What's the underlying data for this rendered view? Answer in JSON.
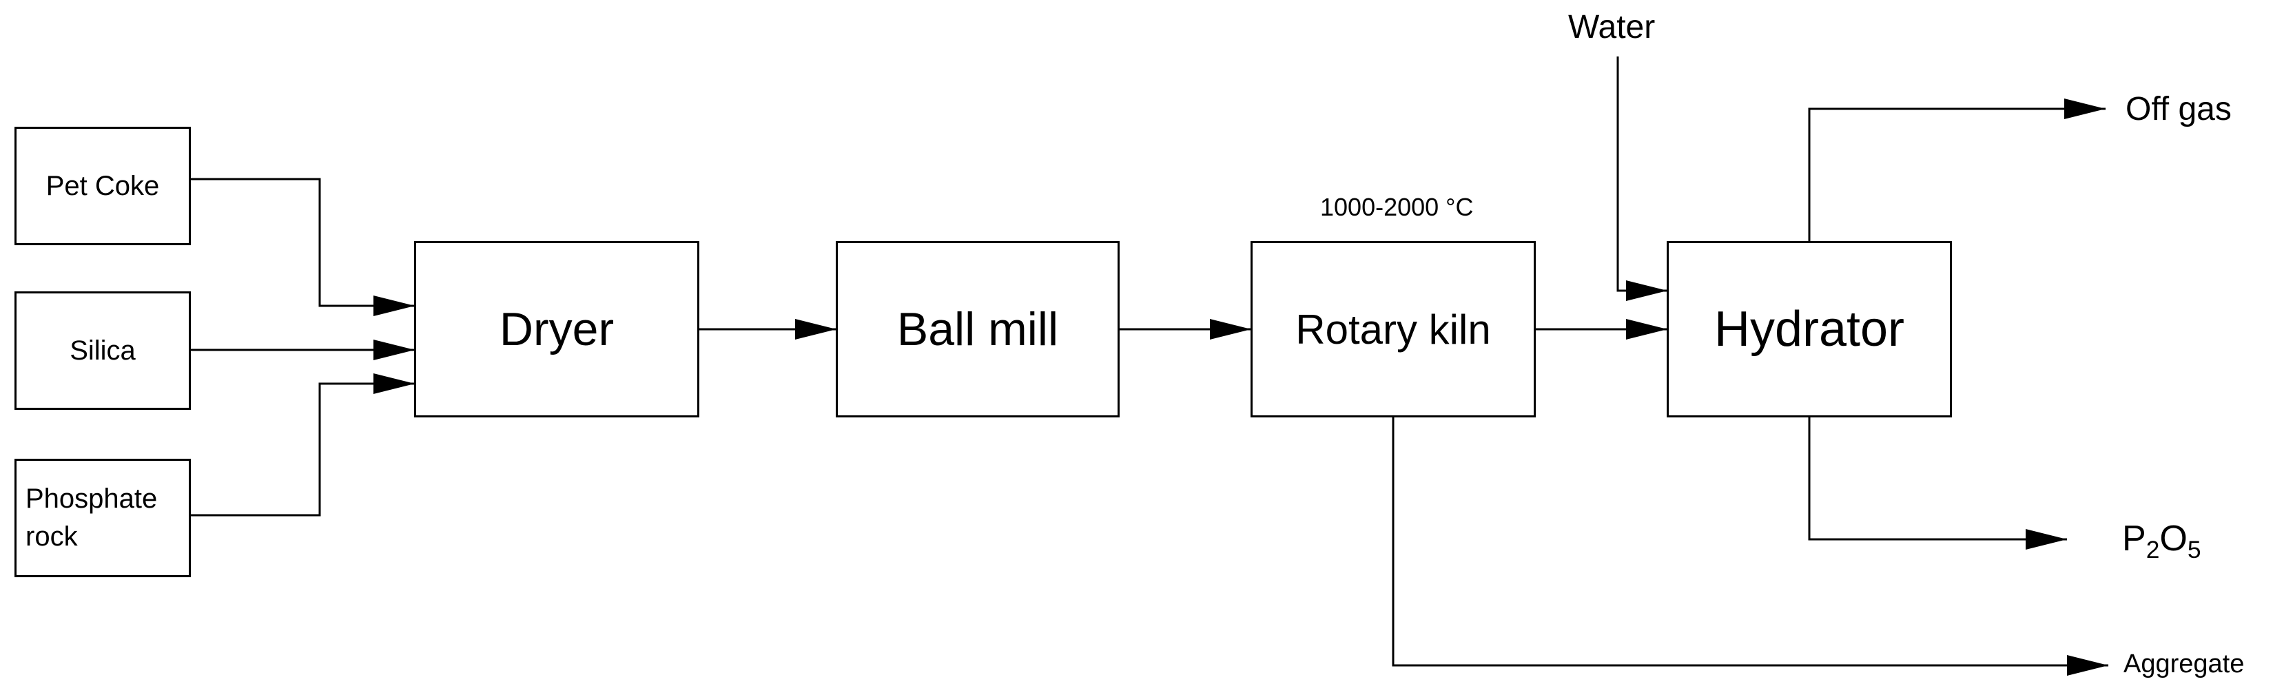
{
  "inputs": {
    "pet_coke": "Pet Coke",
    "silica": "Silica",
    "phosphate_rock": "Phosphate\nrock",
    "water": "Water"
  },
  "units": {
    "dryer": "Dryer",
    "ball_mill": "Ball mill",
    "rotary_kiln": "Rotary kiln",
    "hydrator": "Hydrator"
  },
  "annotations": {
    "kiln_temperature": "1000-2000 °C"
  },
  "outputs": {
    "off_gas": "Off gas",
    "p2o5": {
      "p": "P",
      "sub1": "2",
      "o": "O",
      "sub2": "5"
    },
    "aggregate": "Aggregate"
  }
}
